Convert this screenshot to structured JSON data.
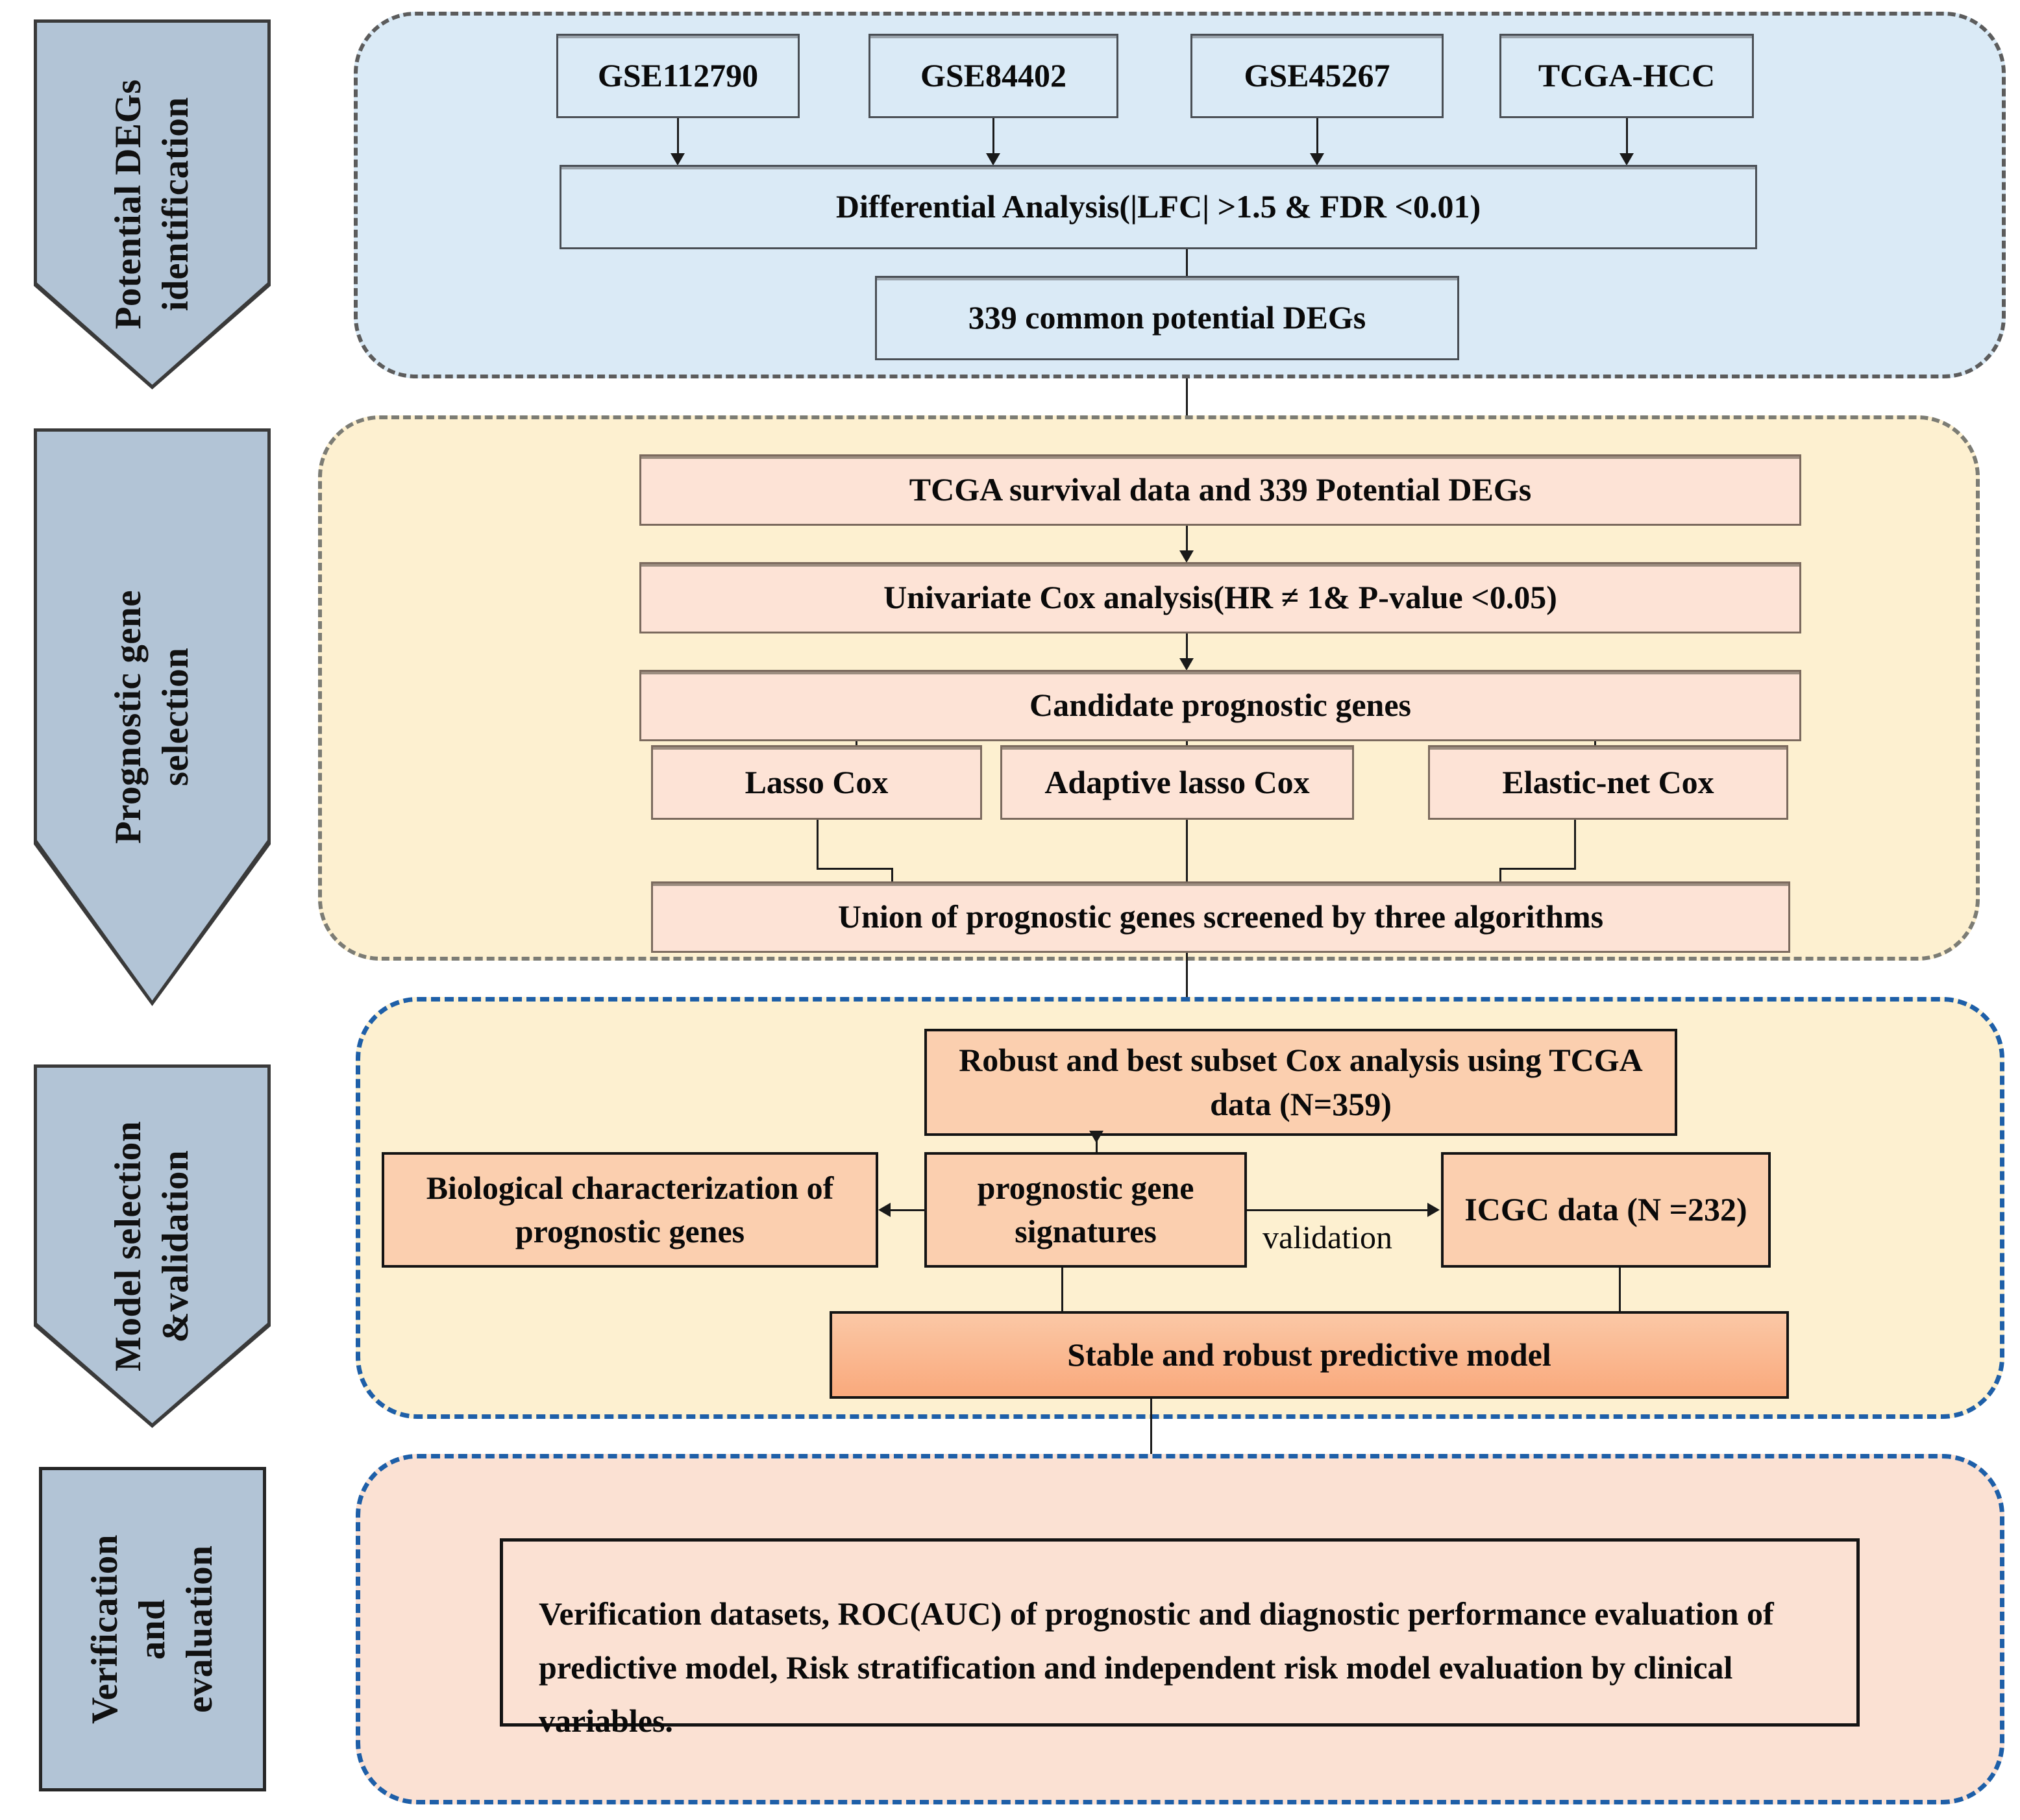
{
  "stages": [
    {
      "label": "Potential DEGs\nidentification",
      "shape": "arrow"
    },
    {
      "label": "Prognostic gene\nselection",
      "shape": "arrow"
    },
    {
      "label": "Model selection\n&validation",
      "shape": "arrow"
    },
    {
      "label": "Verification\nand\nevaluation",
      "shape": "rect"
    }
  ],
  "section1": {
    "datasets": [
      "GSE112790",
      "GSE84402",
      "GSE45267",
      "TCGA-HCC"
    ],
    "differential_analysis": "Differential Analysis(|LFC| >1.5 & FDR <0.01)",
    "common_degs": "339 common potential DEGs"
  },
  "section2": {
    "survival_data": "TCGA survival data and 339 Potential DEGs",
    "univariate_cox": "Univariate Cox analysis(HR ≠ 1& P-value <0.05)",
    "candidate_genes": "Candidate prognostic genes",
    "algorithms": [
      "Lasso Cox",
      "Adaptive lasso Cox",
      "Elastic-net Cox"
    ],
    "union": "Union of prognostic genes screened by three algorithms"
  },
  "section3": {
    "robust_subset": "Robust and best subset Cox  analysis using TCGA data (N=359)",
    "biological_characterization": "Biological characterization of prognostic genes",
    "prognostic_signatures": "prognostic gene signatures",
    "icgc_data": "ICGC data (N =232)",
    "validation_label": "validation",
    "predictive_model": "Stable and robust predictive model"
  },
  "section4": {
    "verification_text": "Verification datasets, ROC(AUC) of prognostic and diagnostic performance evaluation of predictive model,  Risk stratification  and independent risk model evaluation by clinical variables."
  },
  "colors": {
    "banner_fill": "#b2c4d6",
    "section_blue": "#daeaf6",
    "section_yellow": "#fdf0d0",
    "section_pink": "#fbe1d3",
    "box_blue": "#daeaf6",
    "box_pink": "#fde3d6",
    "box_peach": "#fbcfaf",
    "box_peach_strong": "#f9a97c",
    "dash_gray": "#5c5c5c",
    "dash_blue": "#1e5fa8",
    "line": "#1a1a1a"
  }
}
